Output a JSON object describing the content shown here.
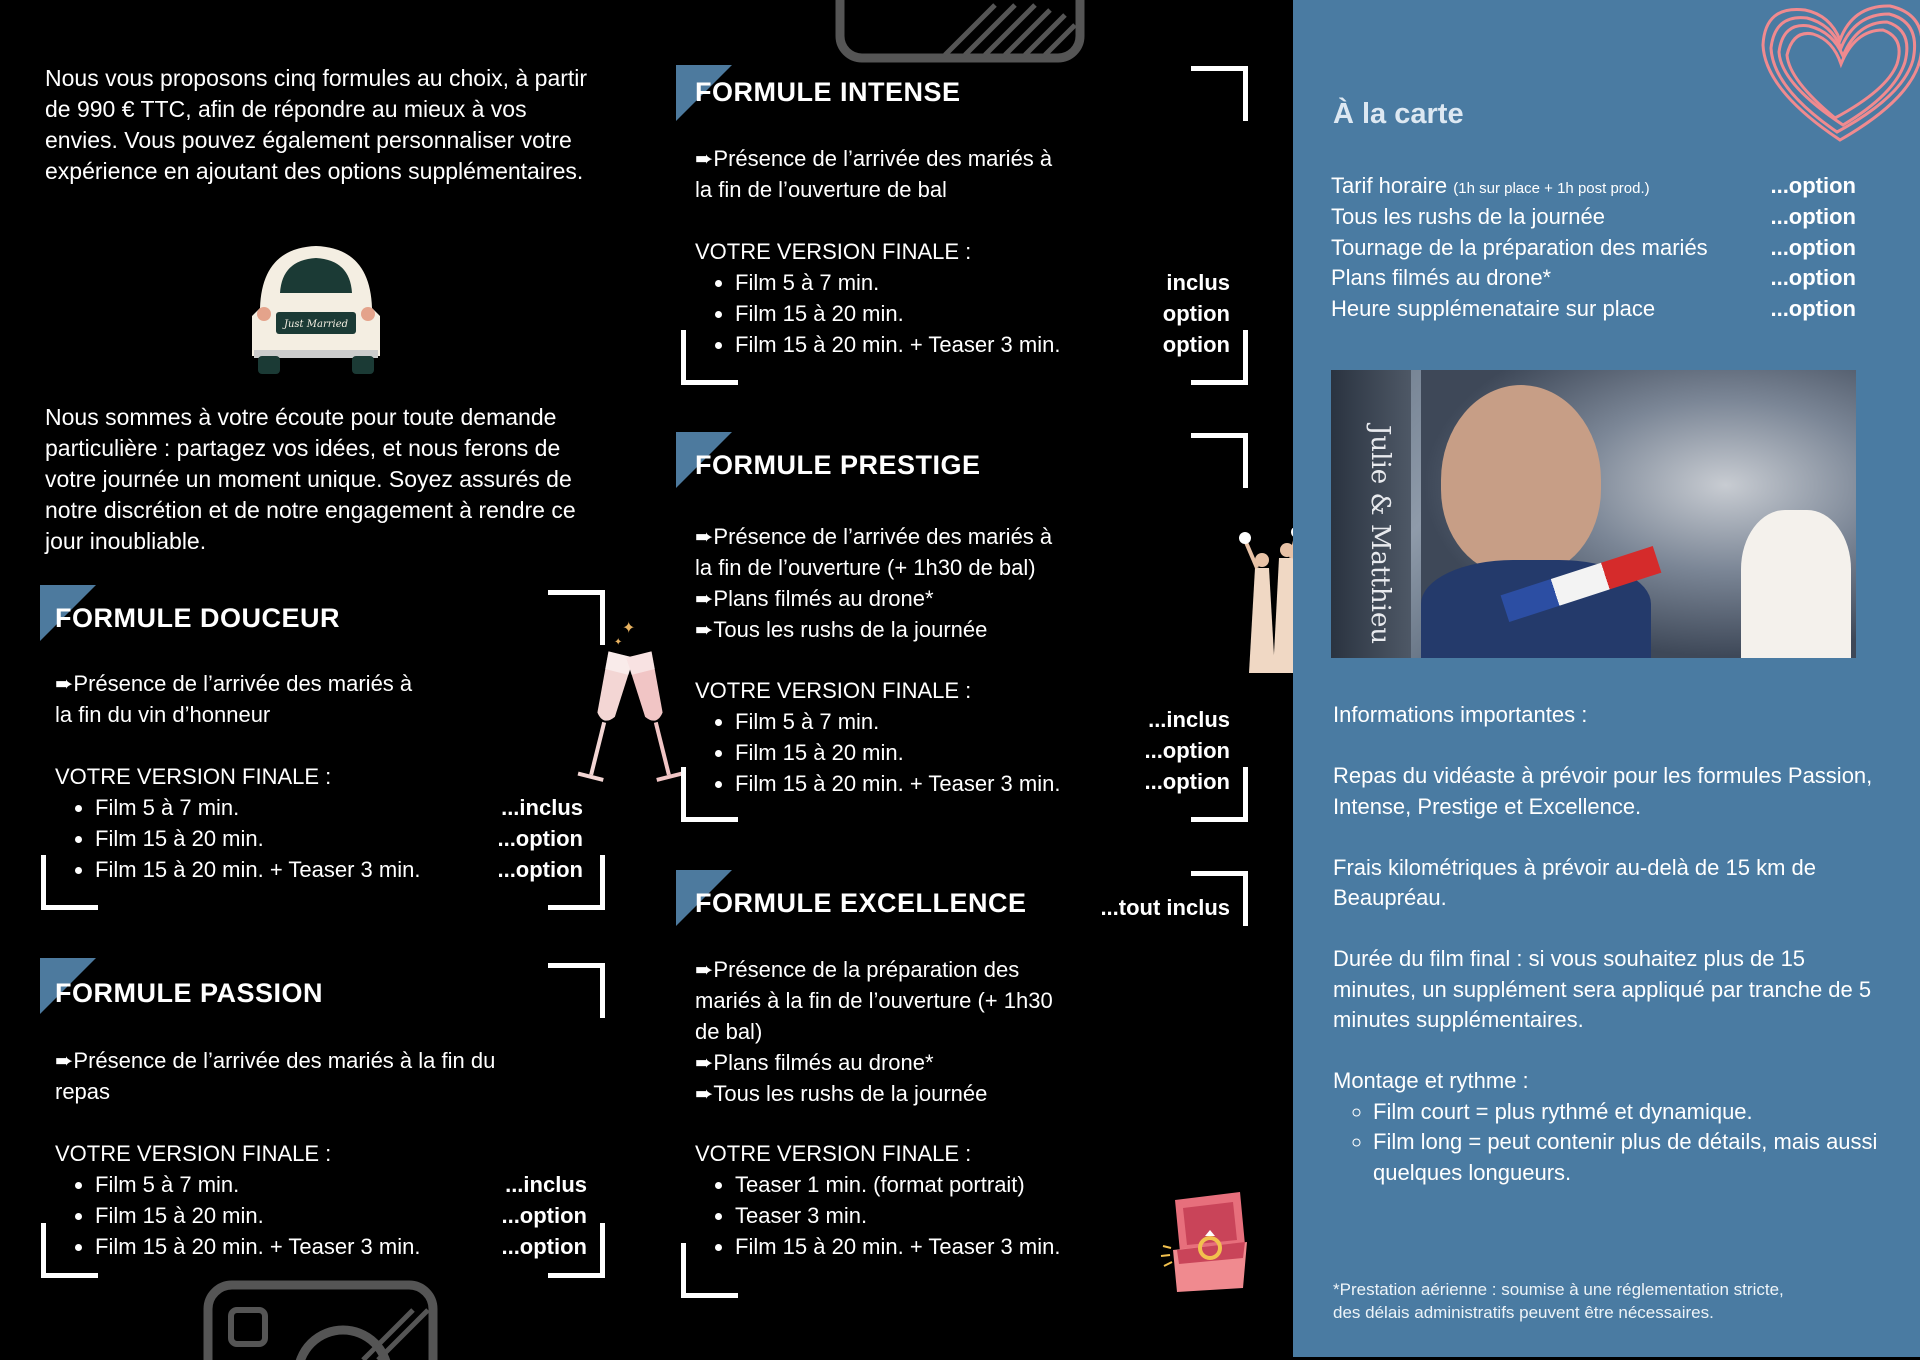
{
  "intro": {
    "p1": "Nous vous proposons cinq formules au choix, à partir de 990 € TTC, afin de répondre au mieux à vos envies. Vous pouvez également personnaliser votre expérience en ajoutant des options supplémentaires.",
    "p2": "Nous sommes à votre écoute pour toute demande particulière : partagez vos idées, et nous ferons de votre journée un moment unique. Soyez assurés de notre discrétion et de notre engagement à rendre ce jour inoubliable.",
    "car_plate": "Just Married"
  },
  "douceur": {
    "title": "FORMULE DOUCEUR",
    "desc": [
      "➨Présence de l’arrivée des mariés à",
      "la fin du vin d’honneur"
    ],
    "version_label": "VOTRE VERSION FINALE :",
    "films": [
      "Film 5 à 7 min.",
      "Film 15 à 20 min.",
      "Film 15 à 20 min. + Teaser 3 min."
    ],
    "options": [
      "...inclus",
      "...option",
      "...option"
    ]
  },
  "passion": {
    "title": "FORMULE PASSION",
    "desc": [
      "➨Présence de l’arrivée des mariés à la fin du",
      "repas"
    ],
    "version_label": "VOTRE VERSION FINALE :",
    "films": [
      "Film 5 à 7 min.",
      "Film 15 à 20 min.",
      "Film 15 à 20 min. + Teaser 3 min."
    ],
    "options": [
      "...inclus",
      "...option",
      "...option"
    ]
  },
  "intense": {
    "title": "FORMULE INTENSE",
    "desc": [
      "➨Présence de l’arrivée des mariés à",
      "la fin de l’ouverture de bal"
    ],
    "version_label": "VOTRE VERSION FINALE :",
    "films": [
      "Film 5 à 7 min.",
      "Film 15 à 20 min.",
      "Film 15 à 20 min. + Teaser 3 min."
    ],
    "options": [
      "inclus",
      "option",
      "option"
    ]
  },
  "prestige": {
    "title": "FORMULE PRESTIGE",
    "desc": [
      "➨Présence de l’arrivée des mariés à",
      "la fin de l’ouverture (+ 1h30 de bal)",
      "➨Plans filmés au drone*",
      "➨Tous les rushs de la journée"
    ],
    "version_label": "VOTRE VERSION FINALE :",
    "films": [
      "Film 5 à 7 min.",
      "Film 15 à 20 min.",
      "Film 15 à 20 min. + Teaser 3 min."
    ],
    "options": [
      "...inclus",
      "...option",
      "...option"
    ]
  },
  "excellence": {
    "title": "FORMULE EXCELLENCE",
    "tag": "...tout inclus",
    "desc": [
      "➨Présence de la préparation des",
      "mariés à la fin de l’ouverture (+ 1h30",
      "de bal)",
      "➨Plans filmés au drone*",
      "➨Tous les rushs de la journée"
    ],
    "version_label": "VOTRE VERSION FINALE :",
    "films": [
      "Teaser 1 min. (format portrait)",
      "Teaser 3 min.",
      "Film 15 à 20 min. + Teaser 3 min."
    ]
  },
  "carte": {
    "title": "À la carte",
    "rows": [
      {
        "label": "Tarif horaire",
        "small": "(1h sur place + 1h post prod.)",
        "value": "...option"
      },
      {
        "label": "Tous les rushs de la journée",
        "small": "",
        "value": "...option"
      },
      {
        "label": "Tournage de la préparation des mariés",
        "small": "",
        "value": "...option"
      },
      {
        "label": "Plans filmés au drone*",
        "small": "",
        "value": "...option"
      },
      {
        "label": "Heure supplémenataire sur place",
        "small": "",
        "value": "...option"
      }
    ]
  },
  "photo": {
    "caption": "Julie & Matthieu"
  },
  "info": {
    "title": "Informations importantes :",
    "p1": "Repas du vidéaste à prévoir pour les formules Passion, Intense, Prestige et Excellence.",
    "p2": "Frais kilométriques à prévoir au-delà de 15 km de Beaupréau.",
    "p3": "Durée du film final : si vous souhaitez plus de 15 minutes, un supplément sera appliqué par tranche de 5 minutes supplémentaires.",
    "montage_title": "Montage et rythme :",
    "montage_items": [
      "Film court = plus rythmé et dynamique.",
      "Film long = peut contenir plus de détails, mais aussi quelques longueurs."
    ]
  },
  "footnote": {
    "line1": "*Prestation aérienne : soumise à une réglementation stricte,",
    "line2": "des délais administratifs peuvent être nécessaires."
  },
  "colors": {
    "panel": "#4a7ba2",
    "accent": "#4d7a9e",
    "heart": "#f08a8f"
  }
}
